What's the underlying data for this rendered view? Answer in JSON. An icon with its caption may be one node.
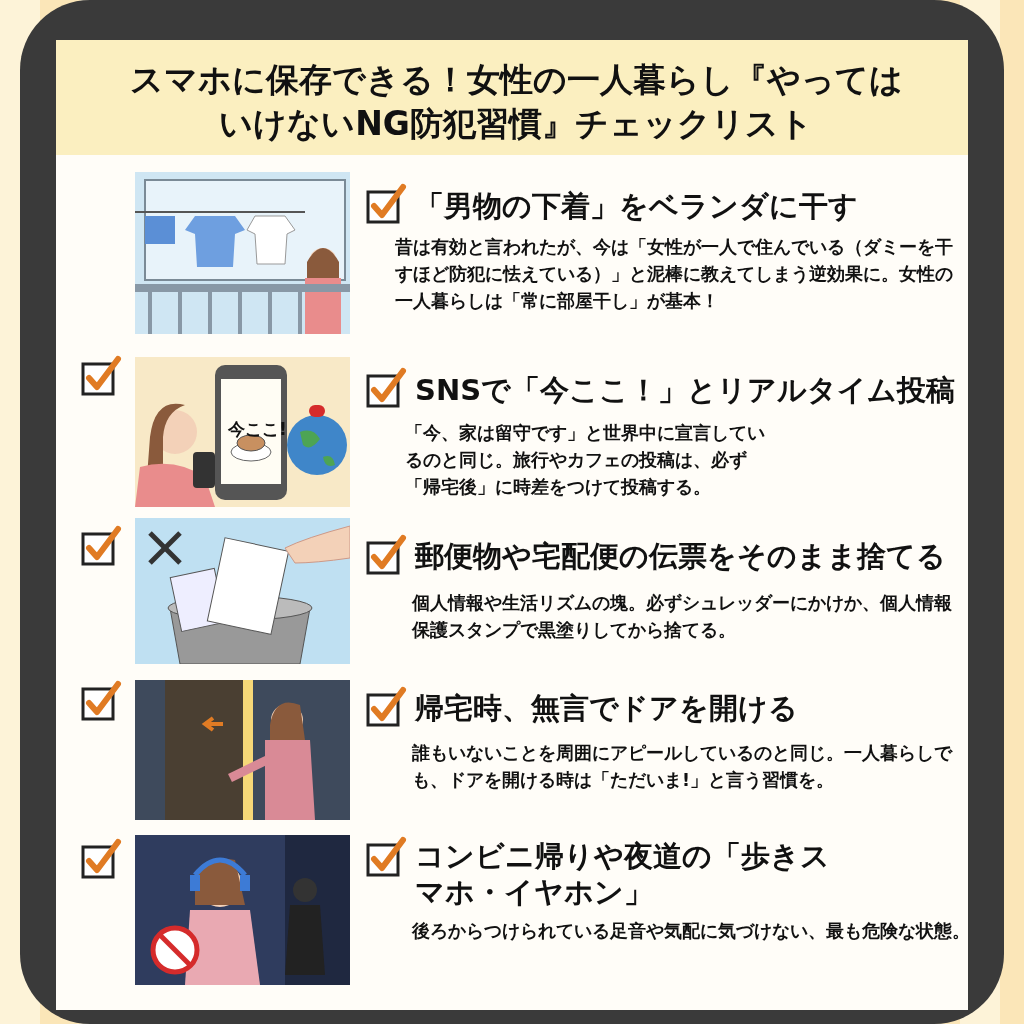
{
  "diagram": {
    "title": "スマホに保存できる！女性の一人暮らし『やってはいけないNG防犯習慣』チェックリスト",
    "labels": [
      "「男物の下着」をベランダに干す",
      "昔は有効と言われたが、今は「女性が一人で住んでいる（ダミーを干すほど防犯に怯えている）」と泥棒に教えてしまう逆効果に。女性の一人暮らしは「常に部屋干し」が基本！",
      "今ここ!",
      "SNSで「今ここ！」とリアルタイム投稿",
      "「今、家は留守です」と世界中に宣言しているのと同じ。旅行やカフェの投稿は、必ず「帰宅後」に時差をつけて投稿する。",
      "郵便物や宅配便の伝票をそのまま捨てる",
      "個人情報や生活リズムの塊。必ずシュレッダーにかけか、個人情報保護スタンプで黒塗りしてから捨てる。",
      "帰宅時、無言でドアを開ける",
      "誰もいないことを周囲にアピールしているのと同じ。一人暮らしでも、ドアを開ける時は「ただいま!」と言う習慣を。",
      "コンビニ帰りや夜道の「歩きスマホ・イヤホン」",
      "後ろからつけられている足音や気配に気づけない、最も危険な状態。"
    ]
  }
}
